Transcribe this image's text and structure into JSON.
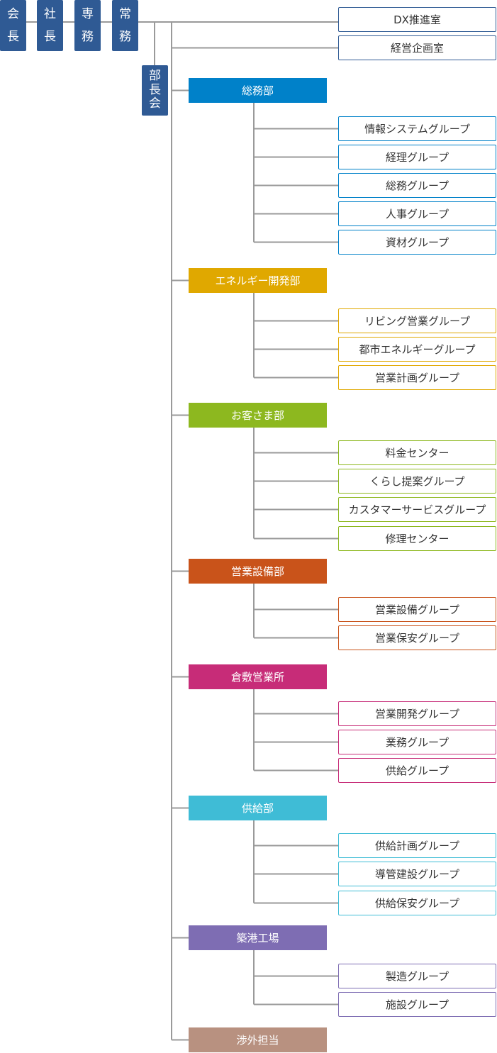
{
  "executives": [
    {
      "chars": [
        "会",
        "長"
      ]
    },
    {
      "chars": [
        "社",
        "長"
      ]
    },
    {
      "chars": [
        "専",
        "務"
      ]
    },
    {
      "chars": [
        "常",
        "務"
      ]
    }
  ],
  "bucho_kai": {
    "chars": [
      "部",
      "長",
      "会"
    ]
  },
  "top_offices": [
    {
      "label": "DX推進室",
      "color": "#2f5a94"
    },
    {
      "label": "経営企画室",
      "color": "#2f5a94"
    }
  ],
  "departments": [
    {
      "label": "総務部",
      "color": "#0081c9",
      "groups": [
        "情報システムグループ",
        "経理グループ",
        "総務グループ",
        "人事グループ",
        "資材グループ"
      ]
    },
    {
      "label": "エネルギー開発部",
      "color": "#e0a800",
      "groups": [
        "リビング営業グループ",
        "都市エネルギーグループ",
        "営業計画グループ"
      ]
    },
    {
      "label": "お客さま部",
      "color": "#8db81f",
      "groups": [
        "料金センター",
        "くらし提案グループ",
        "カスタマーサービスグループ",
        "修理センター"
      ]
    },
    {
      "label": "営業設備部",
      "color": "#c9531a",
      "groups": [
        "営業設備グループ",
        "営業保安グループ"
      ]
    },
    {
      "label": "倉敷営業所",
      "color": "#c72c78",
      "groups": [
        "営業開発グループ",
        "業務グループ",
        "供給グループ"
      ]
    },
    {
      "label": "供給部",
      "color": "#3fbcd6",
      "groups": [
        "供給計画グループ",
        "導管建設グループ",
        "供給保安グループ"
      ]
    },
    {
      "label": "築港工場",
      "color": "#7e6db3",
      "groups": [
        "製造グループ",
        "施設グループ"
      ]
    },
    {
      "label": "渉外担当",
      "color": "#b89180",
      "groups": []
    }
  ]
}
